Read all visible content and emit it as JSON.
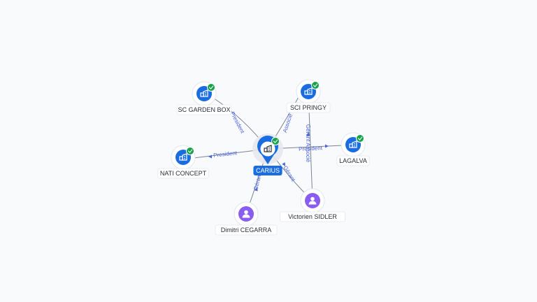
{
  "graph": {
    "center": {
      "id": "carius",
      "label": "CARIUS",
      "type": "company",
      "verified": true,
      "color": "#1a6de0"
    },
    "nodes": [
      {
        "id": "sc-garden-box",
        "label": "SC GARDEN BOX",
        "type": "company",
        "verified": true
      },
      {
        "id": "sci-pringy",
        "label": "SCI PRINGY",
        "type": "company",
        "verified": true
      },
      {
        "id": "lagalva",
        "label": "LAGALVA",
        "type": "company",
        "verified": true
      },
      {
        "id": "nati-concept",
        "label": "NATI CONCEPT",
        "type": "company",
        "verified": true
      },
      {
        "id": "dimitri-cegarra",
        "label": "Dimitri CEGARRA",
        "type": "person",
        "verified": false
      },
      {
        "id": "victorien-sidler",
        "label": "Victorien SIDLER",
        "type": "person",
        "verified": false
      }
    ],
    "edges": [
      {
        "from": "carius",
        "to": "sc-garden-box",
        "label": "President"
      },
      {
        "from": "carius",
        "to": "nati-concept",
        "label": "President"
      },
      {
        "from": "carius",
        "to": "sci-pringy",
        "label": "Associé"
      },
      {
        "from": "dimitri-cegarra",
        "to": "carius",
        "label": "Gérant"
      },
      {
        "from": "victorien-sidler",
        "to": "carius",
        "label": "Gérant"
      },
      {
        "from": "victorien-sidler",
        "to": "sci-pringy",
        "label": "Gérant Associé"
      },
      {
        "from": "carius",
        "to": "lagalva",
        "label": "President"
      }
    ],
    "colors": {
      "company": "#1a6de0",
      "person": "#8a5cf0",
      "verified_badge": "#17a34a",
      "edge": "#7a8396",
      "edge_label": "#4a63d8"
    },
    "icons": {
      "company": "building-icon",
      "person": "person-icon",
      "verified": "check-badge-icon"
    }
  }
}
